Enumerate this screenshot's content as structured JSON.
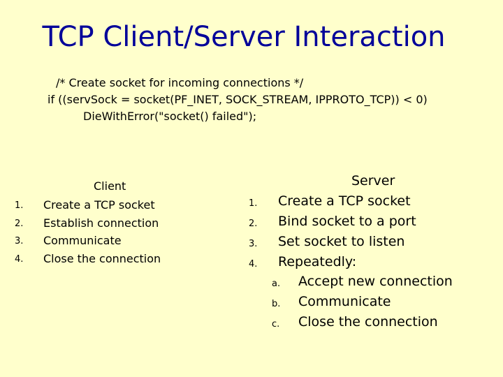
{
  "slide": {
    "title": "TCP Client/Server Interaction",
    "code": [
      "/* Create socket for incoming connections */",
      "if ((servSock = socket(PF_INET, SOCK_STREAM, IPPROTO_TCP)) < 0)",
      "DieWithError(\"socket() failed\");"
    ],
    "client": {
      "heading": "Client",
      "steps": [
        {
          "number": "1.",
          "label": "Create a TCP socket"
        },
        {
          "number": "2.",
          "label": "Establish connection"
        },
        {
          "number": "3.",
          "label": "Communicate"
        },
        {
          "number": "4.",
          "label": "Close the connection"
        }
      ]
    },
    "server": {
      "heading": "Server",
      "steps": [
        {
          "number": "1.",
          "label": "Create a TCP socket"
        },
        {
          "number": "2.",
          "label": "Bind socket to a port"
        },
        {
          "number": "3.",
          "label": "Set socket to listen"
        },
        {
          "number": "4.",
          "label": "Repeatedly:"
        }
      ],
      "substeps": [
        {
          "letter": "a.",
          "label": "Accept new connection"
        },
        {
          "letter": "b.",
          "label": "Communicate"
        },
        {
          "letter": "c.",
          "label": "Close the connection"
        }
      ]
    },
    "colors": {
      "background": "#FFFFCC",
      "title": "#000099",
      "text": "#000000"
    }
  }
}
